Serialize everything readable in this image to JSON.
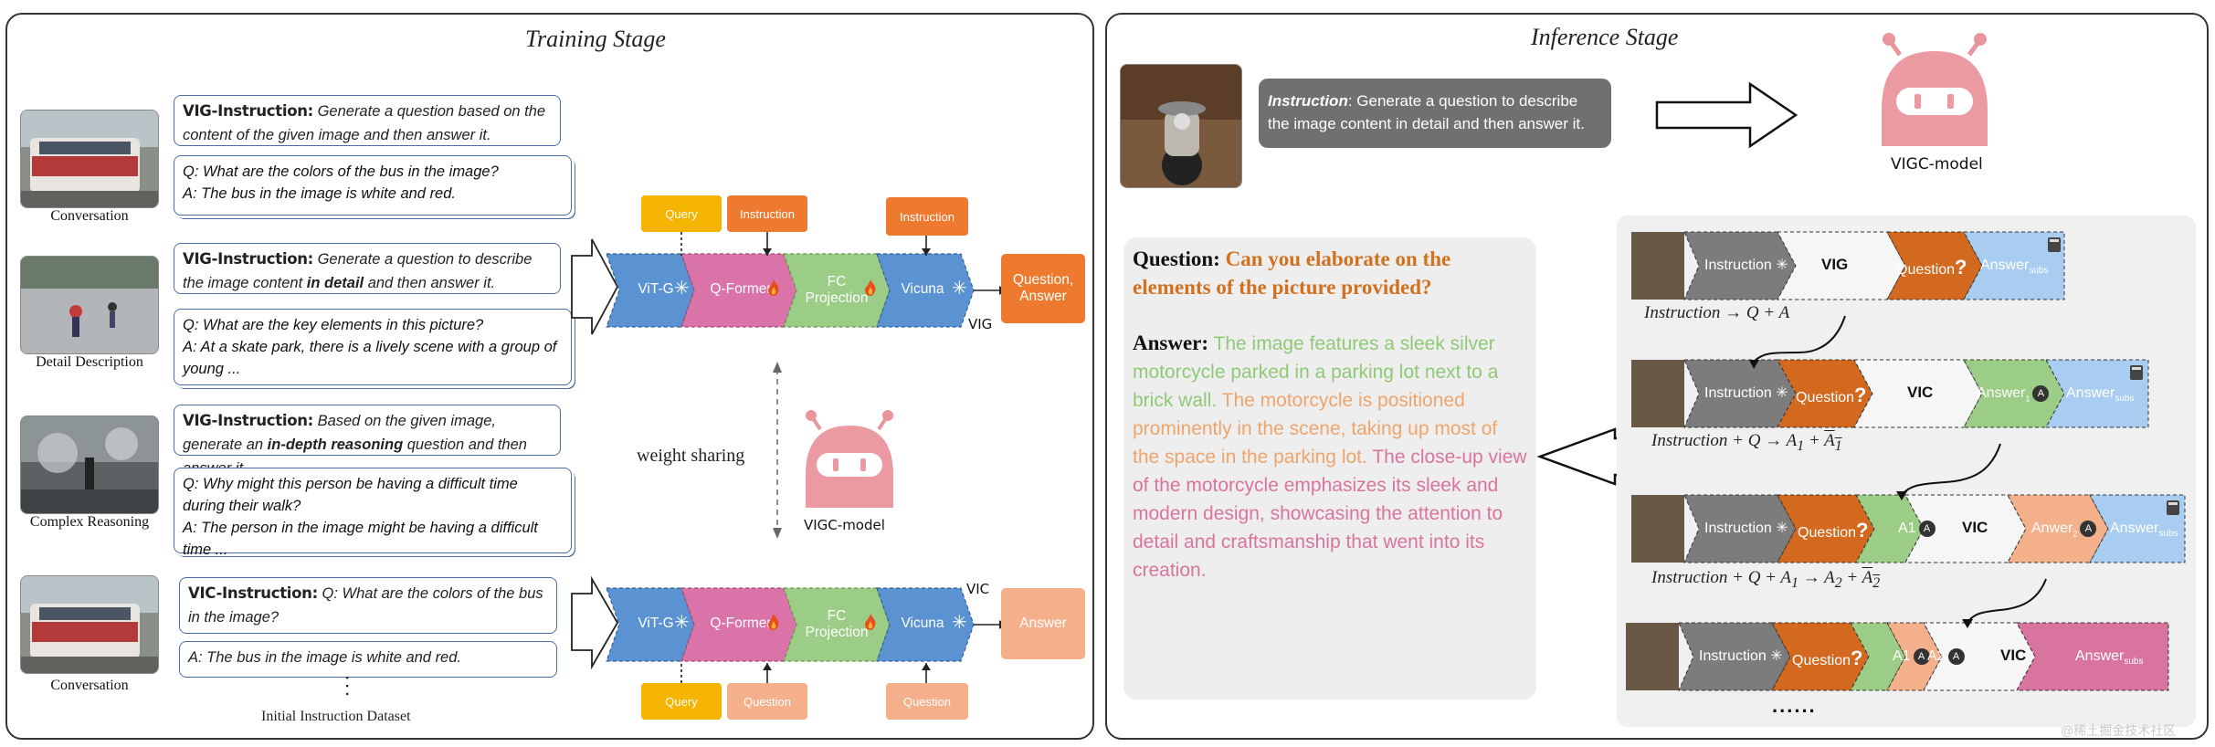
{
  "training": {
    "title": "Training Stage",
    "rows": [
      {
        "label": "Conversation",
        "instr_key": "VIG-Instruction:",
        "instr_text": "Generate a question based on the content of the given image and then answer it.",
        "qa1": "Q: What are the colors of the bus in the image?",
        "qa2": "A:  The bus in the image is white and red."
      },
      {
        "label": "Detail Description",
        "instr_key": "VIG-Instruction:",
        "instr_pre": "Generate a question to describe the image content ",
        "instr_em": "in detail",
        "instr_post": " and then answer it.",
        "qa1": "Q: What are the key elements in this picture?",
        "qa2": "A:  At a skate park, there is a lively scene with a group of young ..."
      },
      {
        "label": "Complex Reasoning",
        "instr_key": "VIG-Instruction:",
        "instr_pre": "Based on the given image, generate an ",
        "instr_em": "in-depth reasoning",
        "instr_post": " question and then answer it.",
        "qa1": "Q: Why might this person be having a difficult time during their walk?",
        "qa2": "A: The person in the image might be having a difficult time ..."
      },
      {
        "label": "Conversation",
        "instr_key": "VIC-Instruction:",
        "instr_text": "Q: What are the colors of the bus in the image?",
        "qa2": "A:  The bus in the image is white and red."
      }
    ],
    "dots": ". . .",
    "dataset_label": "Initial  Instruction Dataset",
    "weight_sharing": "weight sharing",
    "model_label": "VIGC-model",
    "vig_pipeline": {
      "tags_top": [
        "Query",
        "Instruction",
        "Instruction"
      ],
      "blocks": [
        "ViT-G",
        "Q-Former",
        "FC Projection",
        "Vicuna"
      ],
      "output": "Question, Answer",
      "name": "VIG"
    },
    "vic_pipeline": {
      "tags_bottom": [
        "Query",
        "Question",
        "Question"
      ],
      "blocks": [
        "ViT-G",
        "Q-Former",
        "FC Projection",
        "Vicuna"
      ],
      "output": "Answer",
      "name": "VIC"
    }
  },
  "inference": {
    "title": "Inference Stage",
    "instruction_key": "Instruction",
    "instruction_text": ": Generate a question to describe the image content in detail and then answer it.",
    "model_label": "VIGC-model",
    "question_key": "Question:",
    "question_text": "Can you elaborate on the elements of the picture provided?",
    "answer_key": "Answer:",
    "answer_part1": "The image features a sleek silver motorcycle parked in a parking lot next to a brick wall.",
    "answer_part2": "The motorcycle is positioned prominently in the scene, taking up most of the space in the parking lot.",
    "answer_part3": "The close-up view of the motorcycle emphasizes its sleek and modern design, showcasing the attention to detail and craftsmanship that went into its creation.",
    "seq": {
      "instruction": "Instruction",
      "vig": "VIG",
      "vic": "VIC",
      "question": "Question",
      "answer": "Answer",
      "subs": "subs",
      "a1": "A1",
      "a2": "A2",
      "answer1": "Answer",
      "answer2": "Anwer",
      "circ": "A",
      "ellipsis": "......"
    },
    "formulas": {
      "f1_a": "Instruction → Q + A",
      "f2_a": "Instruction + Q → A",
      "f2_b": " + ",
      "f3_a": "Instruction + Q + A",
      "f3_b": " → A",
      "f3_c": " + "
    }
  },
  "watermark": "@稀土掘金技术社区"
}
